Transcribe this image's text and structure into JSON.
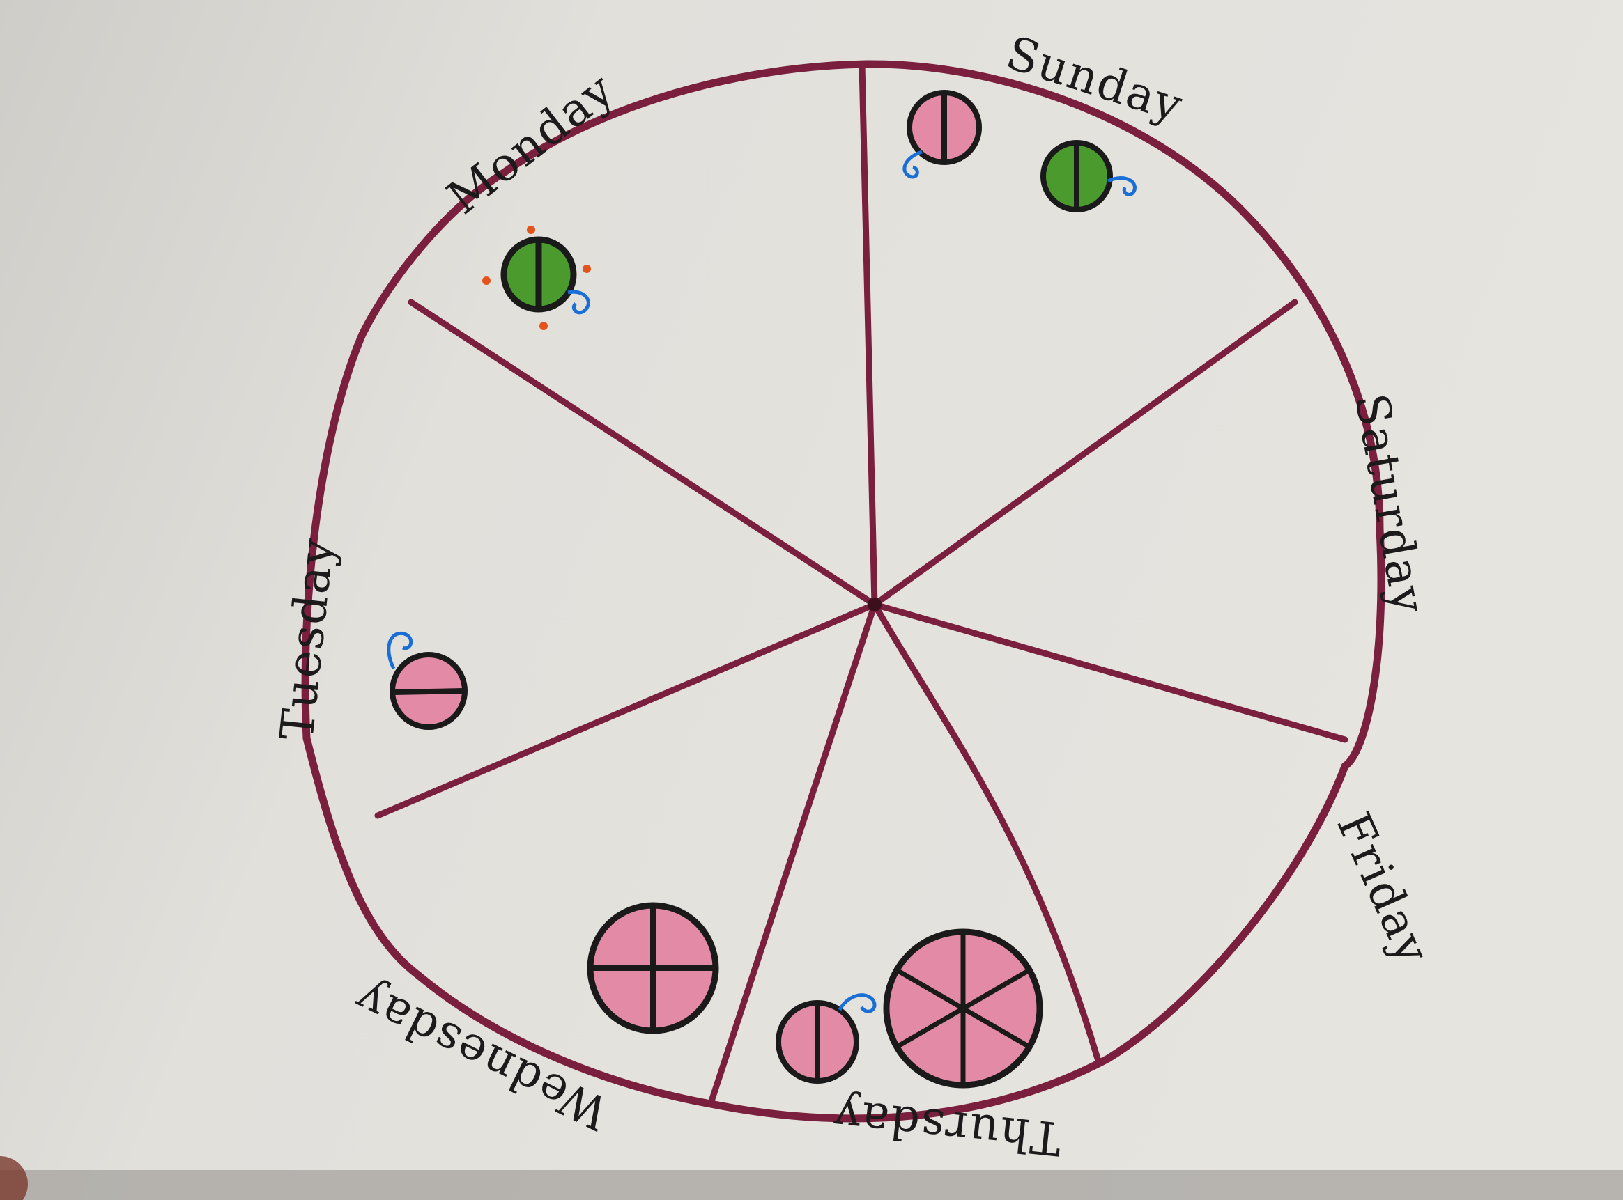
{
  "drawing": {
    "paper_color": "#e3e1dc",
    "wheel_color": "#7a1f3d",
    "pink_fill": "#e38aa6",
    "green_fill": "#4a9a2e",
    "swirl_color": "#1a6fd6",
    "dot_color": "#e2541c",
    "outline_color": "#1b1a1a"
  },
  "days": {
    "sunday": "Sunday",
    "monday": "Monday",
    "tuesday": "Tuesday",
    "wednesday": "Wednesday",
    "thursday": "Thursday",
    "friday": "Friday",
    "saturday": "Saturday"
  }
}
